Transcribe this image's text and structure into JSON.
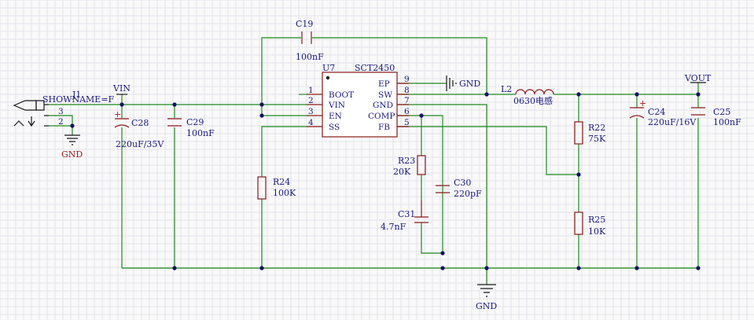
{
  "connector": {
    "ref": "J1",
    "showname": "SHOWNAME=F",
    "pins": [
      "3",
      "2"
    ]
  },
  "gnd_labels": {
    "connector": "GND",
    "main": "GND",
    "ep": "GND"
  },
  "ic": {
    "ref": "U7",
    "part": "SCT2450",
    "left_pins": [
      {
        "num": "1",
        "name": "BOOT"
      },
      {
        "num": "2",
        "name": "VIN"
      },
      {
        "num": "3",
        "name": "EN"
      },
      {
        "num": "4",
        "name": "SS"
      }
    ],
    "right_pins": [
      {
        "num": "9",
        "name": "EP"
      },
      {
        "num": "8",
        "name": "SW"
      },
      {
        "num": "7",
        "name": "GND"
      },
      {
        "num": "6",
        "name": "COMP"
      },
      {
        "num": "5",
        "name": "FB"
      }
    ]
  },
  "nets": {
    "vin": "VIN",
    "vout": "VOUT"
  },
  "components": {
    "c19": {
      "ref": "C19",
      "value": "100nF"
    },
    "c28": {
      "ref": "C28",
      "value": "220uF/35V"
    },
    "c29": {
      "ref": "C29",
      "value": "100nF"
    },
    "r24": {
      "ref": "R24",
      "value": "100K"
    },
    "r23": {
      "ref": "R23",
      "value": "20K"
    },
    "c30": {
      "ref": "C30",
      "value": "220pF"
    },
    "c31": {
      "ref": "C31",
      "value": "4.7nF"
    },
    "l2": {
      "ref": "L2",
      "value": "0630电感"
    },
    "r22": {
      "ref": "R22",
      "value": "75K"
    },
    "r25": {
      "ref": "R25",
      "value": "10K"
    },
    "c24": {
      "ref": "C24",
      "value": "220uF/16V"
    },
    "c25": {
      "ref": "C25",
      "value": "100nF"
    }
  },
  "colors": {
    "wire": "#1e8a1e",
    "component": "#8b1a1a",
    "label": "#1a1a80",
    "background": "#f9f9f9"
  }
}
